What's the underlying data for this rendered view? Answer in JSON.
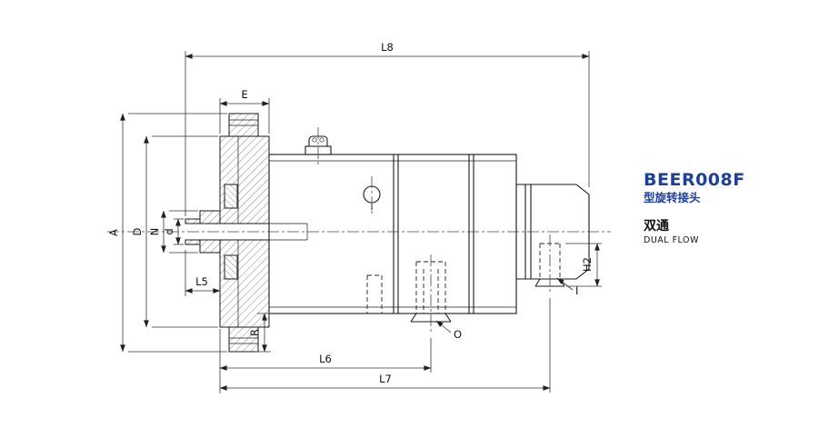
{
  "drawing": {
    "dim_labels": {
      "L8": "L8",
      "E": "E",
      "A": "A",
      "D": "D",
      "N": "N",
      "d": "d",
      "L5": "L5",
      "R": "R",
      "L6": "L6",
      "L7": "L7",
      "H2": "H2"
    },
    "port_labels": {
      "O": "O",
      "I": "I"
    }
  },
  "title_block": {
    "model": "BEER008F",
    "series_label": "型旋转接头",
    "flow_cn": "双通",
    "flow_en": "DUAL FLOW",
    "accent_color": "#1d3f9e"
  }
}
